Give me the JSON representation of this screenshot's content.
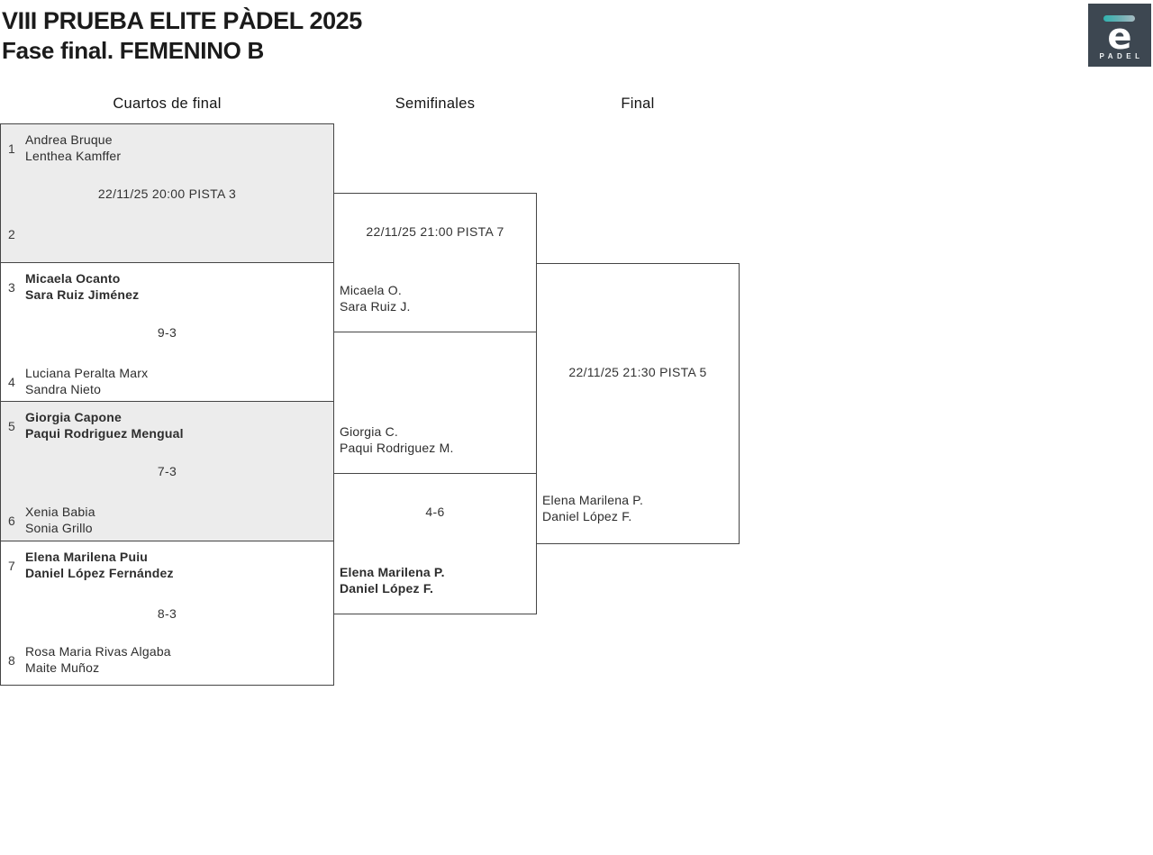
{
  "header": {
    "title": "VIII PRUEBA ELITE PÀDEL 2025",
    "subtitle": "Fase final. FEMENINO B"
  },
  "logo": {
    "letter": "e",
    "wordmark": "PADEL",
    "bg_color": "#3d4751",
    "accent_color": "#2fb2af"
  },
  "colors": {
    "shaded_match_bg": "#ececec",
    "box_border": "#454545",
    "text": "#2d2d2d"
  },
  "columns": [
    {
      "label": "Cuartos de final"
    },
    {
      "label": "Semifinales"
    },
    {
      "label": "Final"
    }
  ],
  "quarterfinals": [
    {
      "seed_top": "1",
      "team_top": [
        "Andrea Bruque",
        "Lenthea Kamffer"
      ],
      "team_top_winner": false,
      "center_text": "22/11/25 20:00 PISTA 3",
      "seed_bottom": "2",
      "team_bottom": [
        "",
        ""
      ],
      "team_bottom_winner": false,
      "shaded": true
    },
    {
      "seed_top": "3",
      "team_top": [
        "Micaela Ocanto",
        "Sara Ruiz Jiménez"
      ],
      "team_top_winner": true,
      "center_text": "9-3",
      "seed_bottom": "4",
      "team_bottom": [
        "Luciana Peralta Marx",
        "Sandra Nieto"
      ],
      "team_bottom_winner": false,
      "shaded": false
    },
    {
      "seed_top": "5",
      "team_top": [
        "Giorgia Capone",
        "Paqui Rodriguez Mengual"
      ],
      "team_top_winner": true,
      "center_text": "7-3",
      "seed_bottom": "6",
      "team_bottom": [
        "Xenia Babia",
        "Sonia Grillo"
      ],
      "team_bottom_winner": false,
      "shaded": true
    },
    {
      "seed_top": "7",
      "team_top": [
        "Elena Marilena Puiu",
        "Daniel López Fernández"
      ],
      "team_top_winner": true,
      "center_text": "8-3",
      "seed_bottom": "8",
      "team_bottom": [
        "Rosa Maria Rivas Algaba",
        "Maite Muñoz"
      ],
      "team_bottom_winner": false,
      "shaded": false
    }
  ],
  "semifinals": [
    {
      "center_text": "22/11/25 21:00 PISTA 7",
      "bottom_participant": [
        "Micaela O.",
        "Sara Ruiz J."
      ],
      "bottom_winner": false
    },
    {
      "center_text": "4-6",
      "top_participant": [
        "Giorgia C.",
        "Paqui Rodriguez M."
      ],
      "top_winner": false,
      "bottom_participant": [
        "Elena Marilena P.",
        "Daniel López F."
      ],
      "bottom_winner": true
    }
  ],
  "final": {
    "center_text": "22/11/25 21:30 PISTA 5",
    "bottom_participant": [
      "Elena Marilena P.",
      "Daniel López F."
    ],
    "bottom_winner": false
  }
}
